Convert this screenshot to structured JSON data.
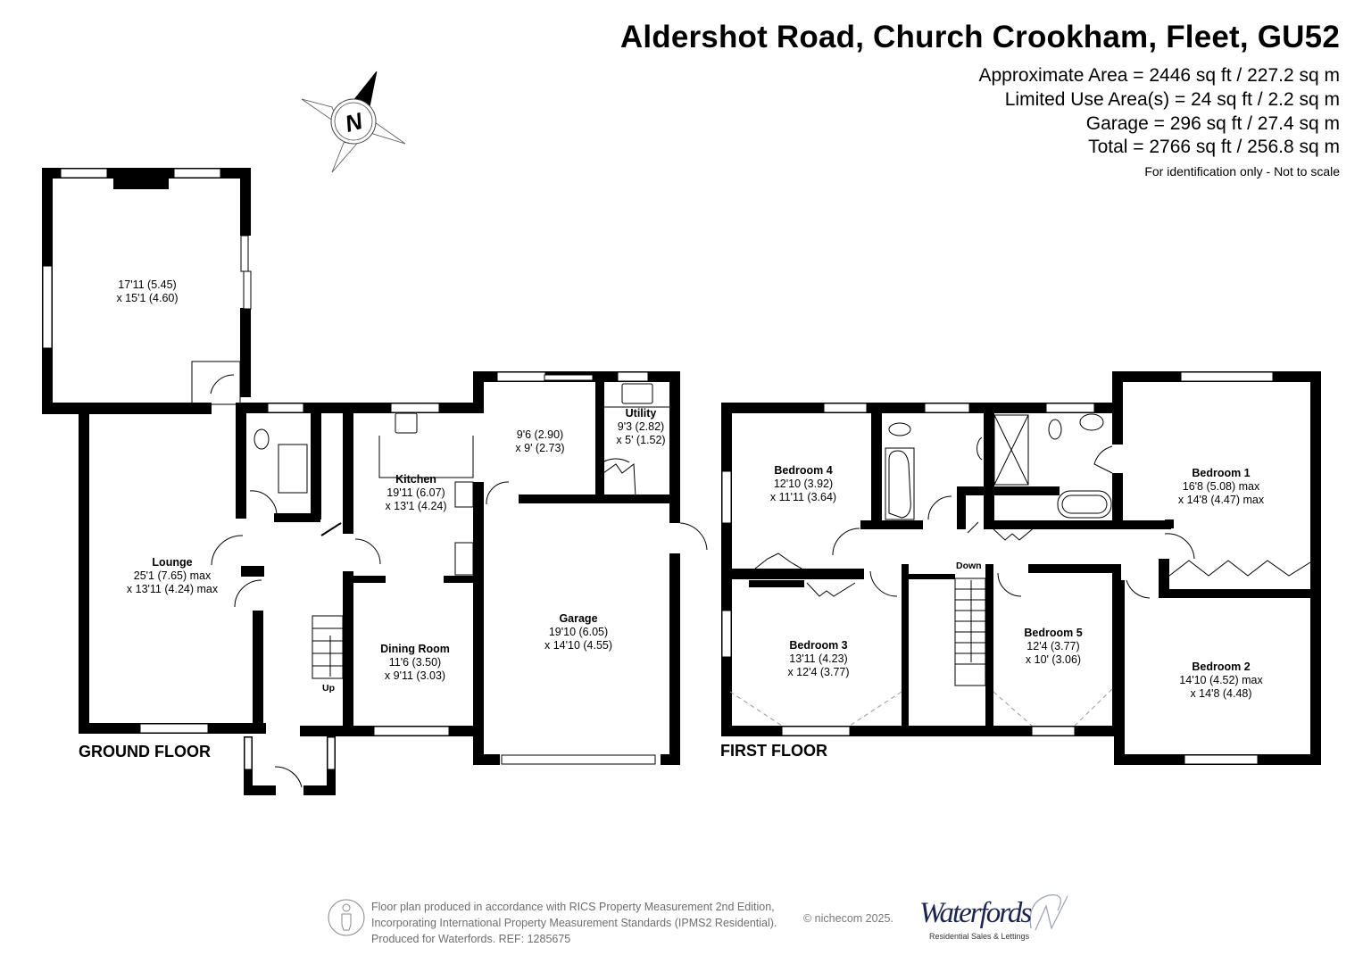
{
  "header": {
    "title": "Aldershot Road, Church Crookham, Fleet, GU52",
    "areas": [
      "Approximate Area = 2446 sq ft / 227.2 sq m",
      "Limited Use Area(s) = 24 sq ft / 2.2 sq m",
      "Garage = 296 sq ft / 27.4 sq m",
      "Total = 2766 sq ft / 256.8 sq m"
    ],
    "note": "For identification only - Not to scale"
  },
  "compass": {
    "label": "N",
    "icon": "north-arrow-compass-icon"
  },
  "ground_floor": {
    "label": "GROUND FLOOR",
    "stairs_label": "Up",
    "rooms": [
      {
        "name": "",
        "dim1": "17'11 (5.45)",
        "dim2": "x 15'1 (4.60)"
      },
      {
        "name": "Lounge",
        "dim1": "25'1 (7.65) max",
        "dim2": "x 13'11 (4.24) max"
      },
      {
        "name": "Kitchen",
        "dim1": "19'11 (6.07)",
        "dim2": "x 13'1 (4.24)"
      },
      {
        "name": "",
        "dim1": "9'6 (2.90)",
        "dim2": "x 9' (2.73)"
      },
      {
        "name": "Utility",
        "dim1": "9'3 (2.82)",
        "dim2": "x 5' (1.52)"
      },
      {
        "name": "Dining Room",
        "dim1": "11'6 (3.50)",
        "dim2": "x 9'11 (3.03)"
      },
      {
        "name": "Garage",
        "dim1": "19'10 (6.05)",
        "dim2": "x 14'10 (4.55)"
      }
    ]
  },
  "first_floor": {
    "label": "FIRST FLOOR",
    "stairs_label": "Down",
    "rooms": [
      {
        "name": "Bedroom 4",
        "dim1": "12'10 (3.92)",
        "dim2": "x 11'11 (3.64)"
      },
      {
        "name": "Bedroom 1",
        "dim1": "16'8 (5.08) max",
        "dim2": "x 14'8 (4.47) max"
      },
      {
        "name": "Bedroom 3",
        "dim1": "13'11 (4.23)",
        "dim2": "x 12'4 (3.77)"
      },
      {
        "name": "Bedroom 5",
        "dim1": "12'4 (3.77)",
        "dim2": "x 10' (3.06)"
      },
      {
        "name": "Bedroom 2",
        "dim1": "14'10 (4.52) max",
        "dim2": "x 14'8 (4.48)"
      }
    ]
  },
  "footer": {
    "lines": [
      "Floor plan produced in accordance with RICS Property Measurement 2nd Edition,",
      "Incorporating International Property Measurement Standards (IPMS2 Residential).",
      "Produced for Waterfords.   REF: 1285675"
    ],
    "copyright": "© nichecom 2025.",
    "icon": "rics-person-icon"
  },
  "brand": {
    "name": "Waterfords",
    "tagline": "Residential Sales & Lettings",
    "colors": {
      "primary": "#1c2450",
      "accent": "#9aa0b8"
    }
  },
  "colors": {
    "wall": "#000000",
    "background": "#ffffff",
    "text": "#000000",
    "footer_text": "#6e6e6e"
  }
}
